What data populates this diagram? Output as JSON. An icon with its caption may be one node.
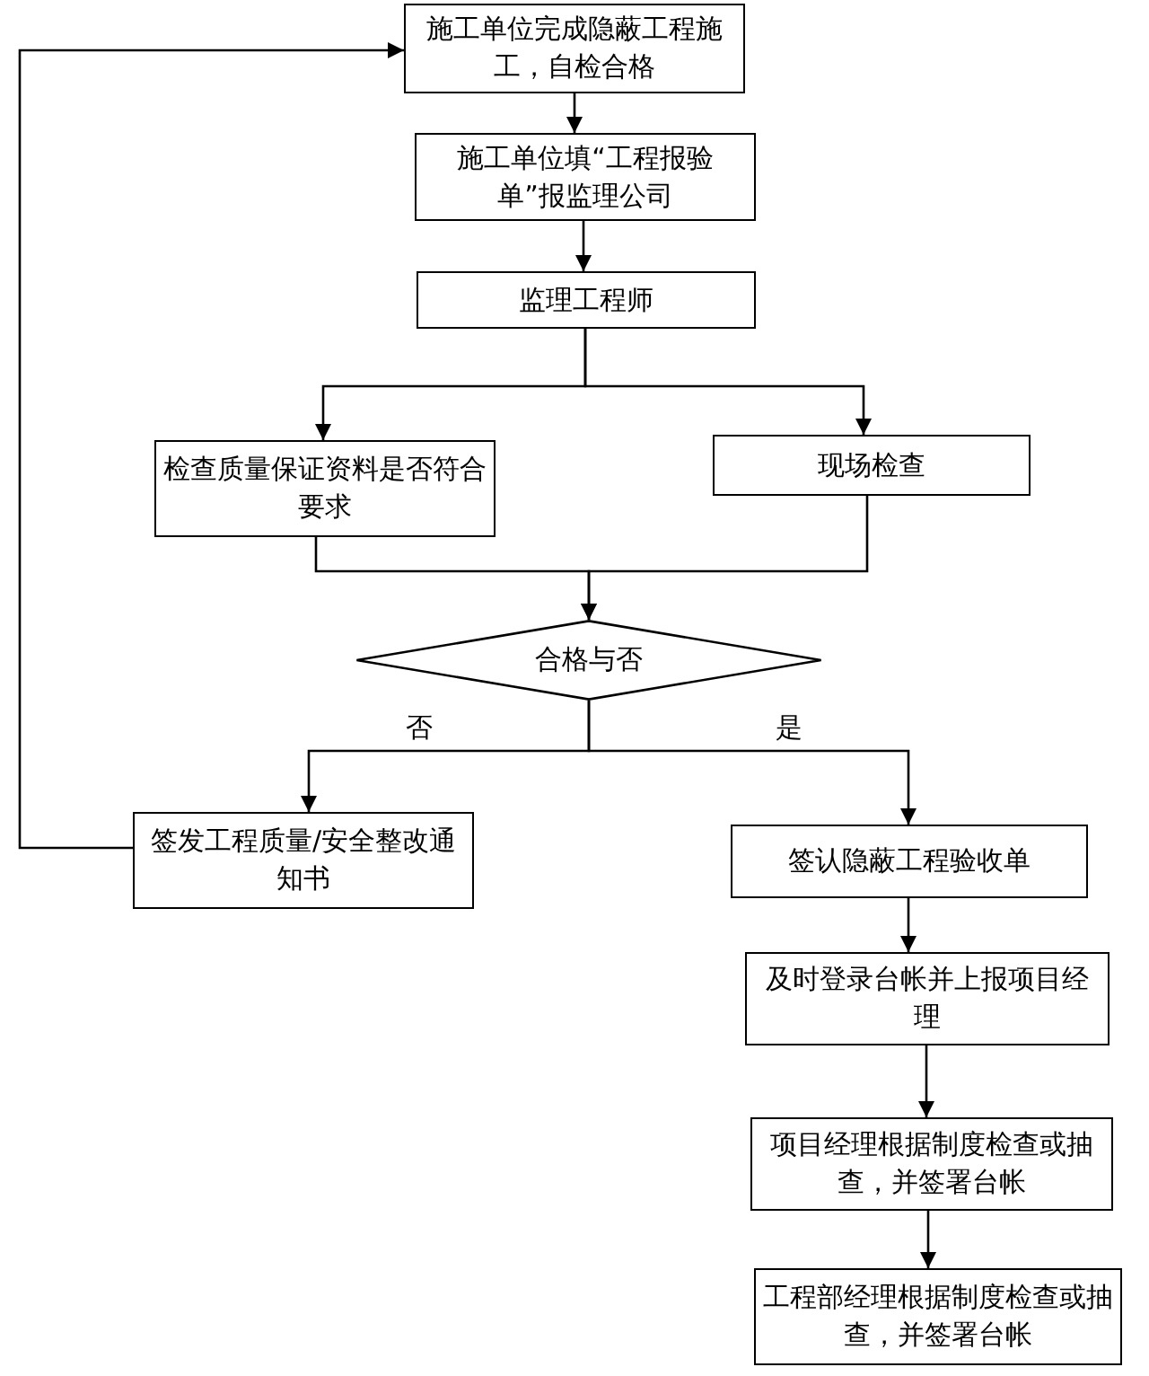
{
  "diagram": {
    "nodes": [
      {
        "text": [
          "施工单位完成隐蔽工程施工，自检合格"
        ]
      },
      {
        "text": [
          "施工单位填“工程报验单”报监理公司"
        ]
      },
      {
        "text": [
          "监理工程师"
        ]
      },
      {
        "text": [
          "检查质量保证资料是否符合要求"
        ]
      },
      {
        "text": [
          "现场检查"
        ]
      },
      {
        "text": [
          "合格与否"
        ]
      },
      {
        "text": [
          "签发工程质量/安全整改通知书"
        ]
      },
      {
        "text": [
          "签认隐蔽工程验收单"
        ]
      },
      {
        "text": [
          "及时登录台帐并上报项目经理"
        ]
      },
      {
        "text": [
          "项目经理根据制度检查或抽查，并签署台帐"
        ]
      },
      {
        "text": [
          "工程部经理根据制度检查或抽查，并签署台帐"
        ]
      }
    ],
    "edges": [
      {
        "from": 0,
        "to": 1,
        "arrow": "to"
      },
      {
        "from": 1,
        "to": 2,
        "arrow": "to"
      },
      {
        "from": 2,
        "to": 3,
        "arrow": "to"
      },
      {
        "from": 2,
        "to": 4,
        "arrow": "to"
      },
      {
        "from": 3,
        "to": 5,
        "arrow": "to"
      },
      {
        "from": 4,
        "to": 5,
        "arrow": "to"
      },
      {
        "from": 5,
        "to": 6,
        "arrow": "to",
        "label": "否"
      },
      {
        "from": 5,
        "to": 7,
        "arrow": "to",
        "label": "是"
      },
      {
        "from": 7,
        "to": 8,
        "arrow": "to"
      },
      {
        "from": 8,
        "to": 9,
        "arrow": "to"
      },
      {
        "from": 9,
        "to": 10,
        "arrow": "to"
      },
      {
        "from": 6,
        "to": 0,
        "arrow": "to"
      }
    ]
  }
}
